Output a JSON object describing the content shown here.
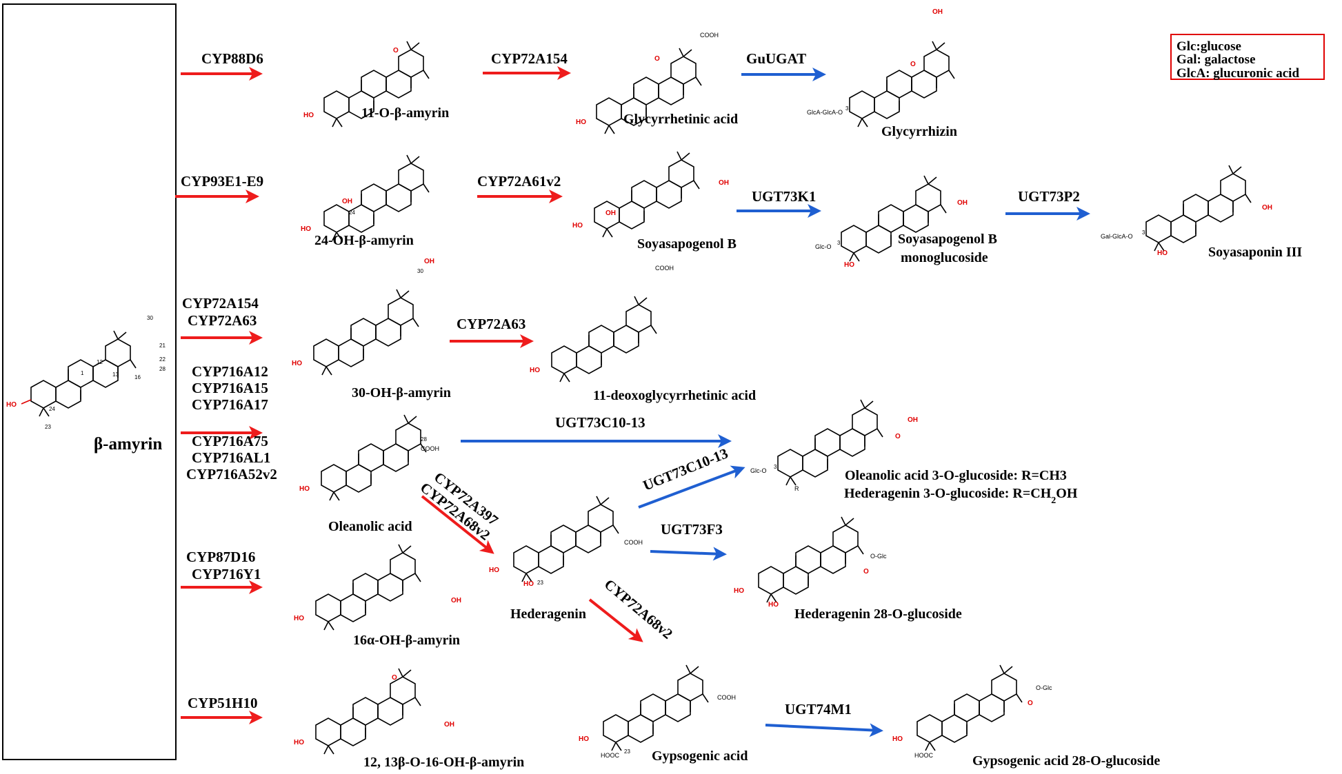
{
  "legend": {
    "lines": [
      "Glc:glucose",
      "Gal: galactose",
      "GlcA: glucuronic acid"
    ],
    "border_color": "#e00000"
  },
  "colors": {
    "p450_arrow": "#ee1c1c",
    "ugt_arrow": "#1f5fd1"
  },
  "enzymes": {
    "cyp88d6": "CYP88D6",
    "cyp72a154_a": "CYP72A154",
    "gu_ugat": "GuUGAT",
    "cyp93e1": "CYP93E1-E9",
    "cyp72a61v2": "CYP72A61v2",
    "ugt73k1": "UGT73K1",
    "ugt73p2": "UGT73P2",
    "cyp72a154_b": "CYP72A154",
    "cyp72a63_a": "CYP72A63",
    "cyp72a63_b": "CYP72A63",
    "cyp716a12": "CYP716A12",
    "cyp716a15": "CYP716A15",
    "cyp716a17": "CYP716A17",
    "cyp716a75": "CYP716A75",
    "cyp716al1": "CYP716AL1",
    "cyp716a52v2": "CYP716A52v2",
    "ugt73c10_a": "UGT73C10-13",
    "ugt73c10_b": "UGT73C10-13",
    "cyp72a397": "CYP72A397",
    "cyp72a68v2_a": "CYP72A68v2",
    "ugt73f3": "UGT73F3",
    "cyp87d16": "CYP87D16",
    "cyp716y1": "CYP716Y1",
    "cyp72a68v2_b": "CYP72A68v2",
    "cyp51h10": "CYP51H10",
    "ugt74m1": "UGT74M1"
  },
  "compounds": {
    "beta_amyrin": "β-amyrin",
    "oxo_amyrin": "11-O-β-amyrin",
    "glycyrrhetinic": "Glycyrrhetinic acid",
    "glycyrrhizin": "Glycyrrhizin",
    "oh24": "24-OH-β-amyrin",
    "soyasapogenol_b": "Soyasapogenol B",
    "soya_mono_1": "Soyasapogenol B",
    "soya_mono_2": "monoglucoside",
    "soyasaponin": "Soyasaponin III",
    "oh30": "30-OH-β-amyrin",
    "deoxy": "11-deoxoglycyrrhetinic acid",
    "oleanolic": "Oleanolic acid",
    "ole_glc": "Oleanolic acid 3-O-glucoside: R=CH3",
    "hed_glc_prefix": "Hederagenin 3-O-glucoside: R=CH",
    "hed_glc_sub": "2",
    "hed_glc_suffix": "OH",
    "hederagenin": "Hederagenin",
    "hed28": "Hederagenin 28-O-glucoside",
    "oh16": "16α-OH-β-amyrin",
    "gypsogenic": "Gypsogenic acid",
    "gyp28": "Gypsogenic acid 28-O-glucoside",
    "epoxy": "12, 13β-O-16-OH-β-amyrin"
  },
  "atoms": {
    "oh": "HO",
    "oh_r": "OH",
    "o": "O",
    "cooh": "COOH",
    "cooh_l": "HOOC",
    "glc_o": "Glc-O",
    "glca_glca_o": "GlcA-GlcA-O",
    "gal_glca_o": "Gal-GlcA-O",
    "o_glc": "O-Glc",
    "r": "R",
    "n3": "3",
    "n23": "23",
    "n24": "24",
    "n28": "28",
    "n30": "30",
    "n1": "1",
    "n12": "12",
    "n13": "13",
    "n16": "16",
    "n21": "21",
    "n22": "22"
  }
}
